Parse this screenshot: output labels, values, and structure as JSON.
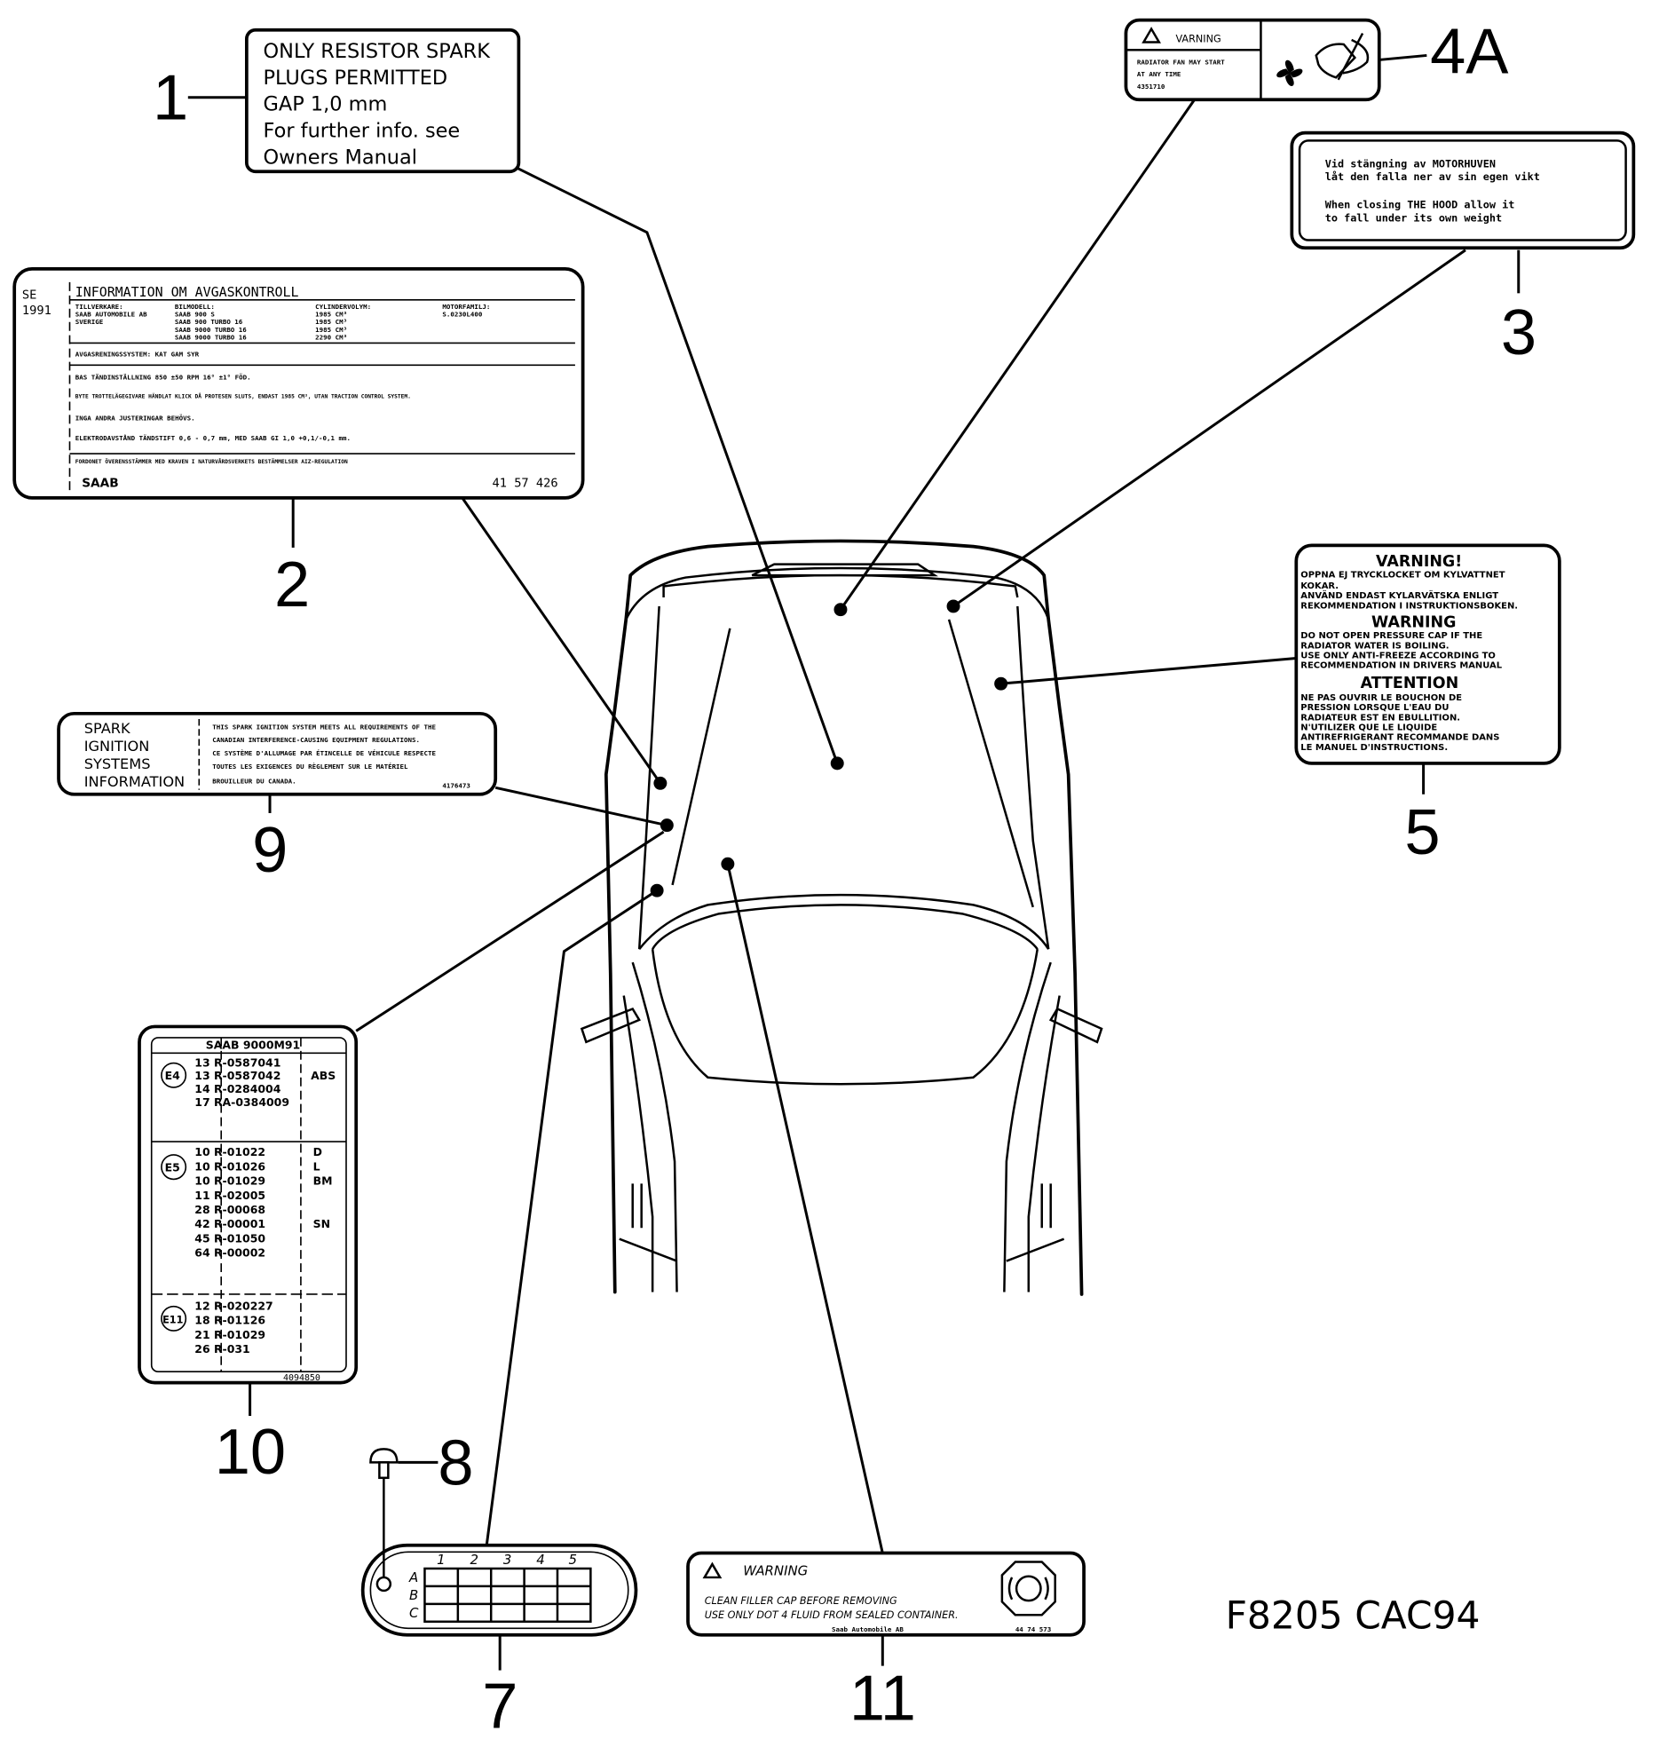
{
  "figure_code": "F8205  CAC94",
  "callouts": {
    "c1": "1",
    "c2": "2",
    "c3": "3",
    "c4a": "4A",
    "c5": "5",
    "c7": "7",
    "c8": "8",
    "c9": "9",
    "c10": "10",
    "c11": "11"
  },
  "label1": {
    "lines": [
      "ONLY RESISTOR SPARK",
      "PLUGS   PERMITTED",
      "GAP   1,0 mm",
      "For further  info. see",
      "Owners   Manual"
    ]
  },
  "label2": {
    "country": "SE",
    "year": "1991",
    "title": "INFORMATION OM AVGASKONTROLL",
    "col1": [
      "TILLVERKARE:",
      "SAAB AUTOMOBILE AB",
      "SVERIGE"
    ],
    "col2": [
      "BILMODELL:",
      "SAAB 900 S",
      "SAAB 900 TURBO 16",
      "SAAB 9000 TURBO 16",
      "SAAB 9000 TURBO 16"
    ],
    "col3": [
      "CYLINDERVOLYM:",
      "1985 CM³",
      "1985 CM³",
      "1985 CM³",
      "2290 CM³"
    ],
    "col4": [
      "MOTORFAMILJ:",
      "S.0230L400"
    ],
    "rows": [
      "AVGASRENINGSSYSTEM:  KAT  GAM  SYR",
      "BAS TÄNDINSTÄLLNING  850 ±50 RPM  16° ±1° FÖD.",
      "BYTE TROTTELÄGEGIVARE  HÄNDLAT KLICK DÅ PROTESEN SLUTS, ENDAST 1985 CM³, UTAN TRACTION CONTROL SYSTEM.",
      "INGA ANDRA JUSTERINGAR BEHÖVS.",
      "ELEKTRODAVSTÅND TÄNDSTIFT  0,6 - 0,7 mm, MED SAAB GI 1,0 +0,1/-0,1 mm.",
      "FORDONET ÖVERENSSTÄMMER MED KRAVEN I NATURVÅRDSVERKETS BESTÄMMELSER  AIZ-REGULATION"
    ],
    "logo": "SAAB",
    "part_no": "41 57 426"
  },
  "label4a": {
    "heading": "VARNING",
    "lines": [
      "RADIATOR FAN MAY START",
      "AT ANY TIME",
      "4351710"
    ],
    "icons": [
      "warning-triangle-icon",
      "fan-icon",
      "hand-prohibited-icon"
    ]
  },
  "label3": {
    "lines": [
      "Vid stängning av MOTORHUVEN",
      "låt den falla ner av sin egen vikt",
      "",
      "When closing THE HOOD allow it",
      "to fall under its own weight"
    ]
  },
  "label5": {
    "h1": "VARNING!",
    "sv": [
      "OPPNA EJ TRYCKLOCKET OM KYLVATTNET",
      "KOKAR.",
      "ANVÄND ENDAST KYLARVÄTSKA ENLIGT",
      "REKOMMENDATION I INSTRUKTIONSBOKEN."
    ],
    "h2": "WARNING",
    "en": [
      "DO NOT OPEN PRESSURE CAP IF THE",
      "RADIATOR   WATER   IS BOILING.",
      "USE  ONLY  ANTI-FREEZE ACCORDING TO",
      "RECOMMENDATION IN DRIVERS MANUAL"
    ],
    "h3": "ATTENTION",
    "fr": [
      "NE  PAS  OUVRIR  LE  BOUCHON  DE",
      "PRESSION  LORSQUE L'EAU  DU",
      "RADIATEUR   EST EN  EBULLITION.",
      "N'UTILIZER  QUE  LE  LIQUIDE",
      "ANTIREFRIGERANT  RECOMMANDE  DANS",
      "LE   MANUEL    D'INSTRUCTIONS."
    ]
  },
  "label9": {
    "left": [
      "SPARK",
      "IGNITION",
      "SYSTEMS",
      "INFORMATION"
    ],
    "right": [
      "THIS SPARK IGNITION SYSTEM MEETS ALL REQUIREMENTS OF THE",
      "CANADIAN INTERFERENCE-CAUSING EQUIPMENT REGULATIONS.",
      "CE SYSTÈME D'ALLUMAGE PAR ÉTINCELLE DE VÉHICULE RESPECTE",
      "TOUTES LES EXIGENCES DU RÈGLEMENT SUR LE MATÉRIEL",
      "BROUILLEUR DU CANADA."
    ],
    "part_no": "4176473"
  },
  "label10": {
    "title": "SAAB 9000M91",
    "groups": [
      {
        "mark": "E4",
        "codes": [
          "13 R-0587041",
          "13 R-0587042",
          "14 R-0284004",
          "17 RA-0384009"
        ],
        "notes": [
          "",
          "ABS",
          "",
          ""
        ]
      },
      {
        "mark": "E5",
        "codes": [
          "10 R-01022",
          "10 R-01026",
          "10 R-01029",
          "11 R-02005",
          "28 R-00068",
          "42 R-00001",
          "45 R-01050",
          "64 R-00002"
        ],
        "notes": [
          "D",
          "L",
          "BM",
          "",
          "",
          "SN",
          "",
          ""
        ]
      },
      {
        "mark": "E11",
        "codes": [
          "12 R-020227",
          "18 R-01126",
          "21 R-01029",
          "26 R-031"
        ],
        "notes": [
          "",
          "",
          "",
          ""
        ]
      }
    ],
    "part_no": "4094850"
  },
  "label7": {
    "cols": [
      "1",
      "2",
      "3",
      "4",
      "5"
    ],
    "rows": [
      "A",
      "B",
      "C"
    ]
  },
  "label11": {
    "heading": "WARNING",
    "lines": [
      "CLEAN FILLER CAP BEFORE REMOVING",
      "USE ONLY DOT 4 FLUID FROM SEALED CONTAINER."
    ],
    "maker": "Saab Automobile AB",
    "part_no": "44 74 573"
  }
}
